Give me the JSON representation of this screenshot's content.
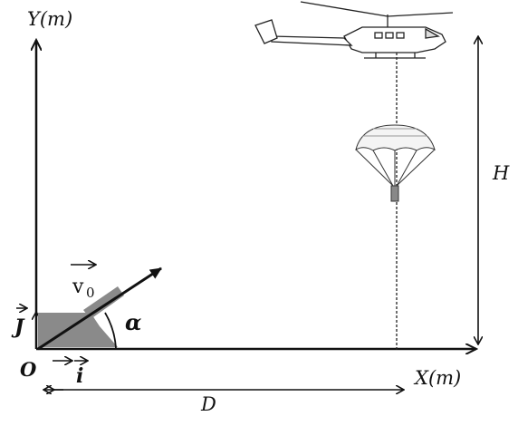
{
  "diagram": {
    "axes": {
      "y_label": "Y(m)",
      "x_label": "X(m)",
      "origin": "O"
    },
    "unit_vectors": {
      "i": "i",
      "j": "J"
    },
    "velocity_label": "v",
    "velocity_subscript": "0",
    "angle_label": "α",
    "horizontal_distance_label": "D",
    "height_label": "H",
    "objects": [
      "helicopter",
      "parachute",
      "cannon"
    ]
  }
}
